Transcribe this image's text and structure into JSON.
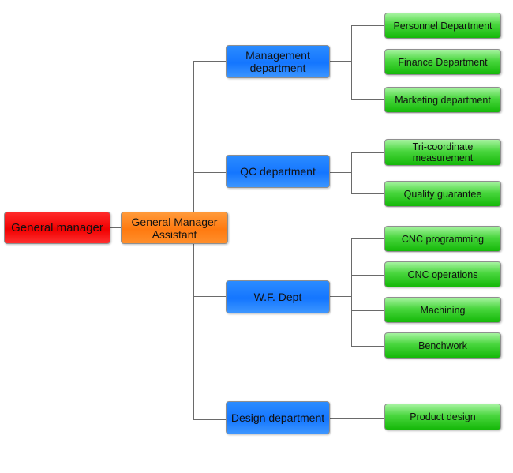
{
  "chart": {
    "root": {
      "label": "General manager",
      "color": "#f00000"
    },
    "assistant": {
      "label": "General Manager Assistant",
      "color": "#ff7a10"
    },
    "departments": [
      {
        "label": "Management department",
        "color": "#1476ff",
        "children": [
          "Personnel Department",
          "Finance Department",
          "Marketing department"
        ]
      },
      {
        "label": "QC department",
        "color": "#1476ff",
        "children": [
          "Tri-coordinate measurement",
          "Quality guarantee"
        ]
      },
      {
        "label": "W.F. Dept",
        "color": "#1476ff",
        "children": [
          "CNC programming",
          "CNC operations",
          "Machining",
          "Benchwork"
        ]
      },
      {
        "label": "Design department",
        "color": "#1476ff",
        "children": [
          "Product design"
        ]
      }
    ],
    "leaf_color": "#2cc21f",
    "connector_color": "#6a6a6a"
  }
}
